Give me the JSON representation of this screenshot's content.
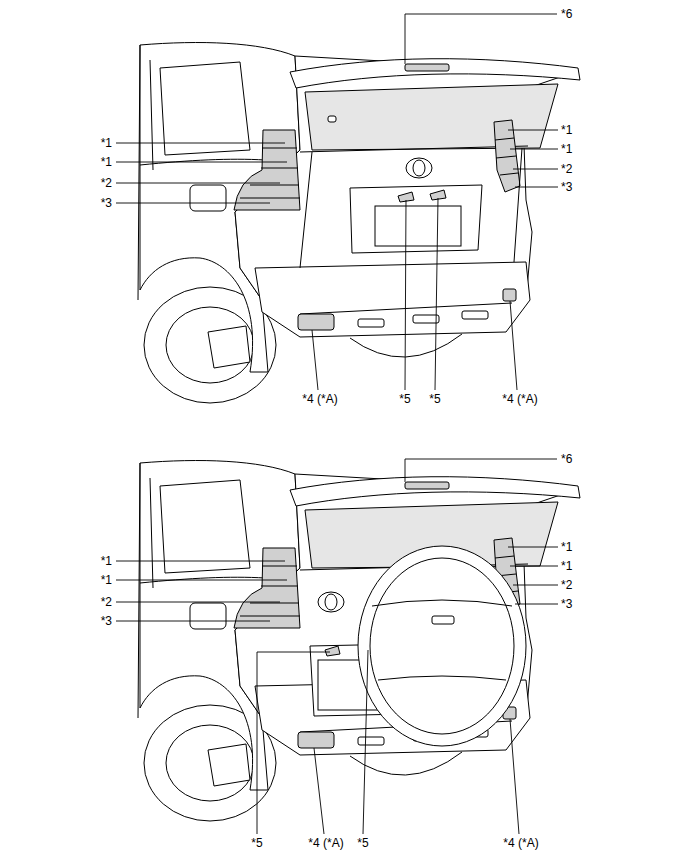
{
  "diagram": {
    "labels": [
      "*6",
      "*1",
      "*1",
      "*2",
      "*3",
      "*1",
      "*1",
      "*2",
      "*3",
      "*4 (*A)",
      "*5",
      "*5",
      "*4 (*A)",
      "*6",
      "*1",
      "*1",
      "*2",
      "*3",
      "*1",
      "*1",
      "*2",
      "*3",
      "*5",
      "*4 (*A)",
      "*5",
      "*4 (*A)"
    ]
  }
}
